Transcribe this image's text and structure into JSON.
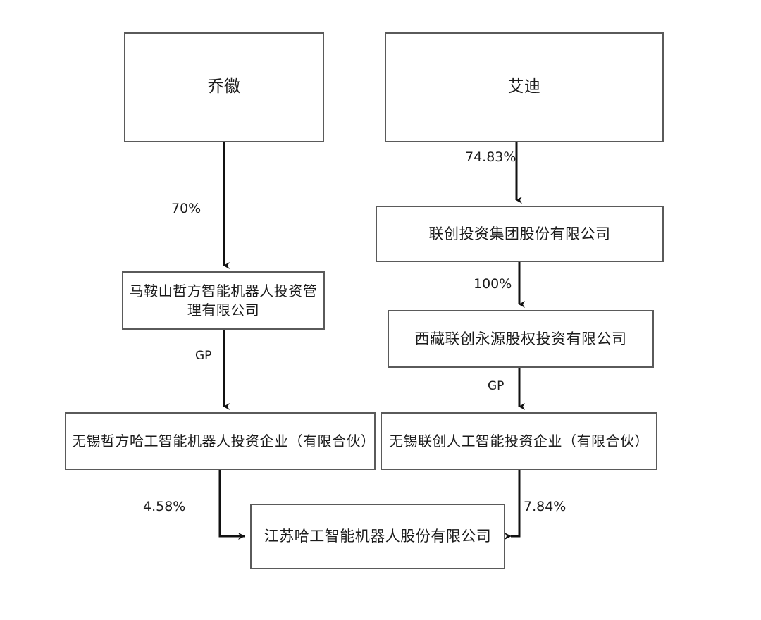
{
  "diagram": {
    "type": "ownership-structure-chart",
    "background_color": "#ffffff",
    "border_color": "#5a5a5a",
    "text_color": "#1b1b1b",
    "nodes": [
      {
        "id": "qiaohui",
        "label": "乔徽"
      },
      {
        "id": "aidi",
        "label": "艾迪"
      },
      {
        "id": "lianchuang",
        "label": "联创投资集团股份有限公司"
      },
      {
        "id": "maanshan",
        "label": "马鞍山哲方智能机器人投资管理有限公司"
      },
      {
        "id": "xizang",
        "label": "西藏联创永源股权投资有限公司"
      },
      {
        "id": "wuxi_zhefang",
        "label": "无锡哲方哈工智能机器人投资企业（有限合伙）"
      },
      {
        "id": "wuxi_lianchuang",
        "label": "无锡联创人工智能投资企业（有限合伙）"
      },
      {
        "id": "jiangsu",
        "label": "江苏哈工智能机器人股份有限公司"
      }
    ],
    "edges": [
      {
        "id": "e1",
        "from": "qiaohui",
        "to": "maanshan",
        "label": "70%"
      },
      {
        "id": "e2",
        "from": "aidi",
        "to": "lianchuang",
        "label": "74.83%"
      },
      {
        "id": "e3",
        "from": "lianchuang",
        "to": "xizang",
        "label": "100%"
      },
      {
        "id": "e4",
        "from": "maanshan",
        "to": "wuxi_zhefang",
        "label": "GP"
      },
      {
        "id": "e5",
        "from": "xizang",
        "to": "wuxi_lianchuang",
        "label": "GP"
      },
      {
        "id": "e6",
        "from": "wuxi_zhefang",
        "to": "jiangsu",
        "label": "4.58%"
      },
      {
        "id": "e7",
        "from": "wuxi_lianchuang",
        "to": "jiangsu",
        "label": "7.84%"
      }
    ]
  }
}
